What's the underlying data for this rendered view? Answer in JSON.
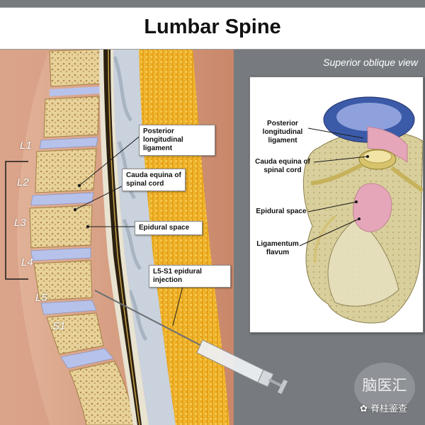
{
  "header": {
    "title": "Lumbar Spine"
  },
  "sagittal": {
    "vertebra_labels": [
      "L1",
      "L2",
      "L3",
      "L4",
      "L5",
      "S1"
    ],
    "callouts": [
      "Posterior longitudinal ligament",
      "Cauda equina of spinal cord",
      "Epidural space",
      "L5-S1 epidural injection"
    ]
  },
  "inset": {
    "view_title": "Superior oblique view",
    "labels": [
      "Posterior longitudinal ligament",
      "Cauda equina of spinal cord",
      "Epidural space",
      "Ligamentum flavum"
    ]
  },
  "watermark": {
    "logo_text": "脑医汇",
    "account_name": "脊柱鉴查"
  },
  "colors": {
    "background": "#777b80",
    "skin": "#d9a68a",
    "fat": "#f1b324",
    "bone": "#e8d5a0",
    "disc": "#aeb9e6",
    "ligament": "#e4a9b9",
    "cord": "#d9c46c"
  }
}
